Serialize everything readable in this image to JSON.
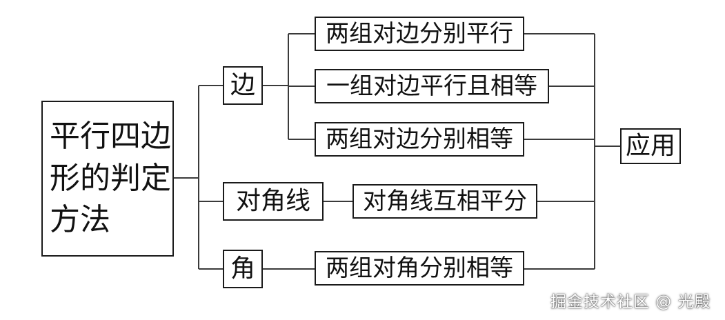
{
  "diagram": {
    "root": [
      "平行四边",
      "形的判定",
      "方法"
    ],
    "categories": {
      "edge": "边",
      "diagonal": "对角线",
      "angle": "角"
    },
    "methods": {
      "edge_1": "两组对边分别平行",
      "edge_2": "一组对边平行且相等",
      "edge_3": "两组对边分别相等",
      "diagonal_1": "对角线互相平分",
      "angle_1": "两组对角分别相等"
    },
    "application": "应用",
    "line_color": "#3a3a3a"
  },
  "watermark": "掘金技术社区 @ 光殿"
}
